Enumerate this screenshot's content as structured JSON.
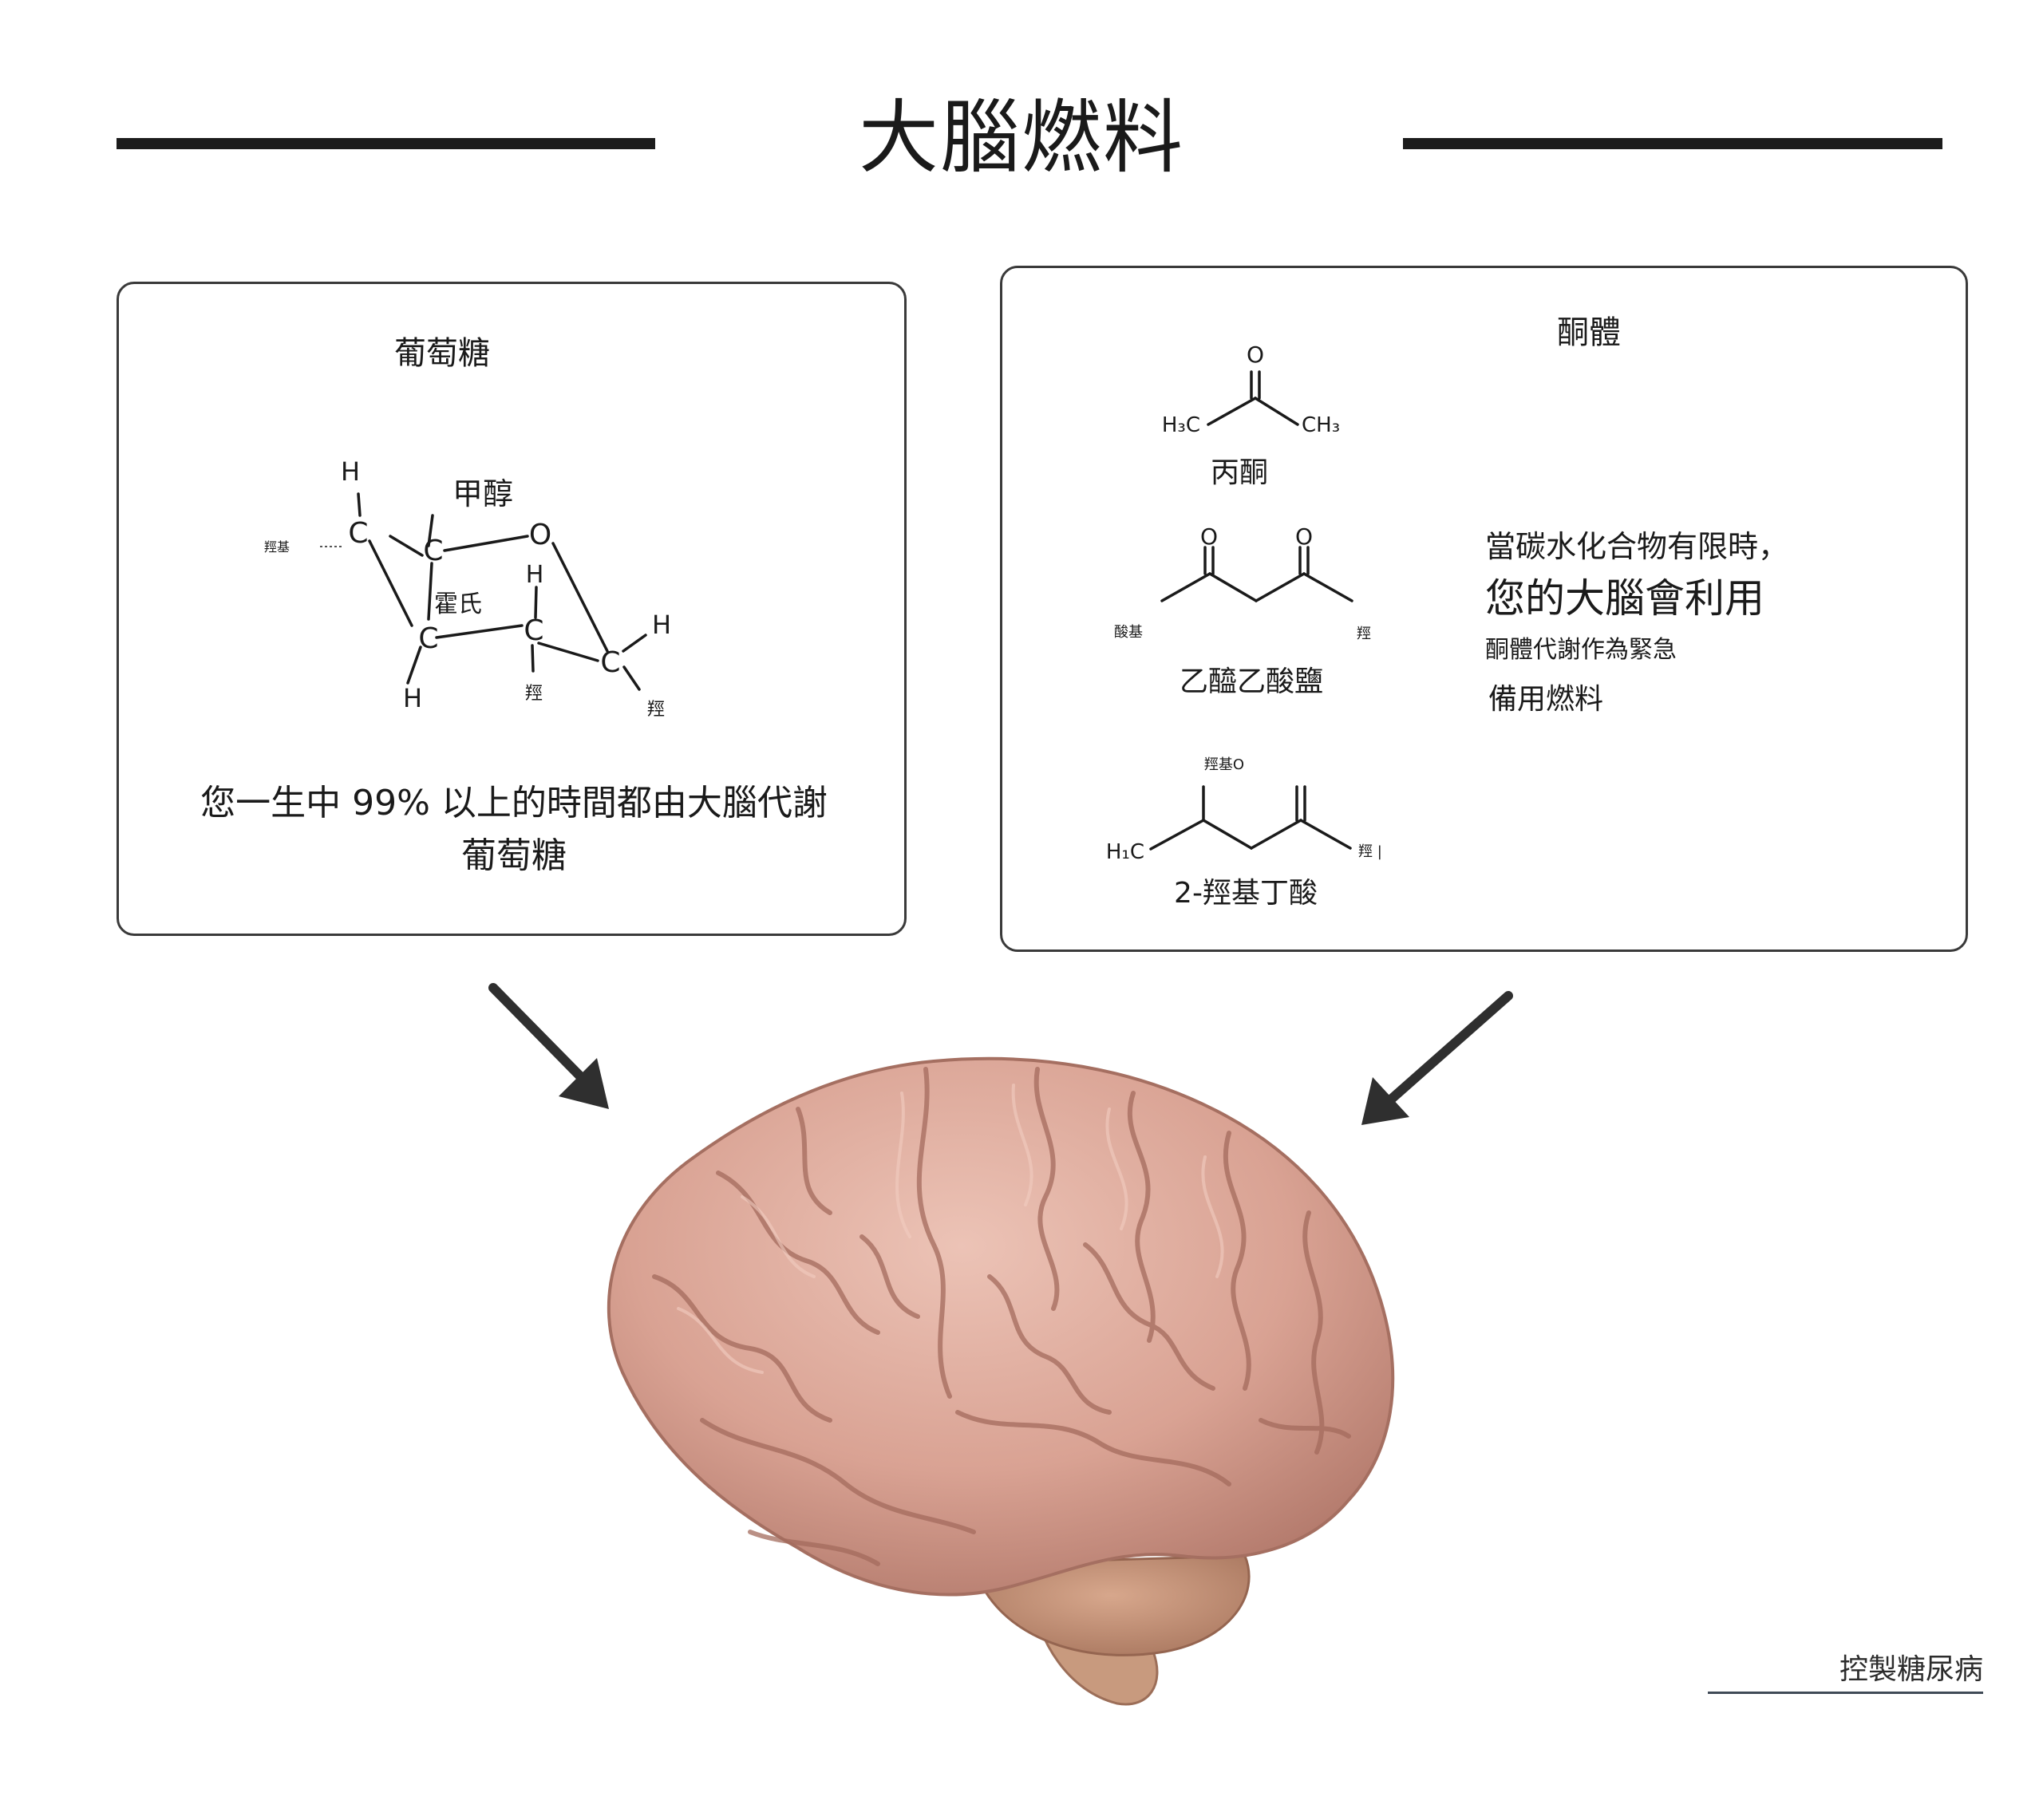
{
  "title": "大腦燃料",
  "glucose_panel": {
    "title": "葡萄糖",
    "labels": {
      "h_top": "H",
      "methanol": "甲醇",
      "oxygen": "O",
      "c1": "C",
      "c2": "C",
      "c3": "C",
      "c4": "C",
      "c5": "C",
      "h_mid": "H",
      "h_right": "H",
      "h_bottom": "H",
      "ring_label": "霍氏",
      "small_left": "羥基",
      "small_bottom": "羥",
      "small_right": "羥"
    },
    "note_line1": "您一生中 99% 以上的時間都由大腦代謝",
    "note_line2": "葡萄糖"
  },
  "ketone_panel": {
    "title": "酮體",
    "acetone": {
      "name": "丙酮",
      "o": "O",
      "left": "H₃C",
      "right": "CH₃"
    },
    "acetoacetate": {
      "name": "乙醯乙酸鹽",
      "o1": "O",
      "o2": "O",
      "left": "酸基",
      "right": "羥"
    },
    "bhb": {
      "name": "2-羥基丁酸",
      "top": "羥基O",
      "left": "H₁C",
      "right": "羥 |"
    },
    "note_line1": "當碳水化合物有限時，",
    "note_line2": "您的大腦會利用",
    "note_line3": "酮體代謝作為緊急",
    "note_line4": "備用燃料"
  },
  "footer": "控製糖尿病",
  "colors": {
    "rule": "#1c1c1c",
    "panel_border": "#3a3a3a",
    "arrow": "#2f2f2f",
    "brain_base": "#d9a293",
    "brain_shadow": "#b47b6d",
    "brain_highlight": "#ecc3b6"
  },
  "icons": [
    "arrow-down-right-icon",
    "arrow-down-left-icon",
    "brain-image"
  ]
}
